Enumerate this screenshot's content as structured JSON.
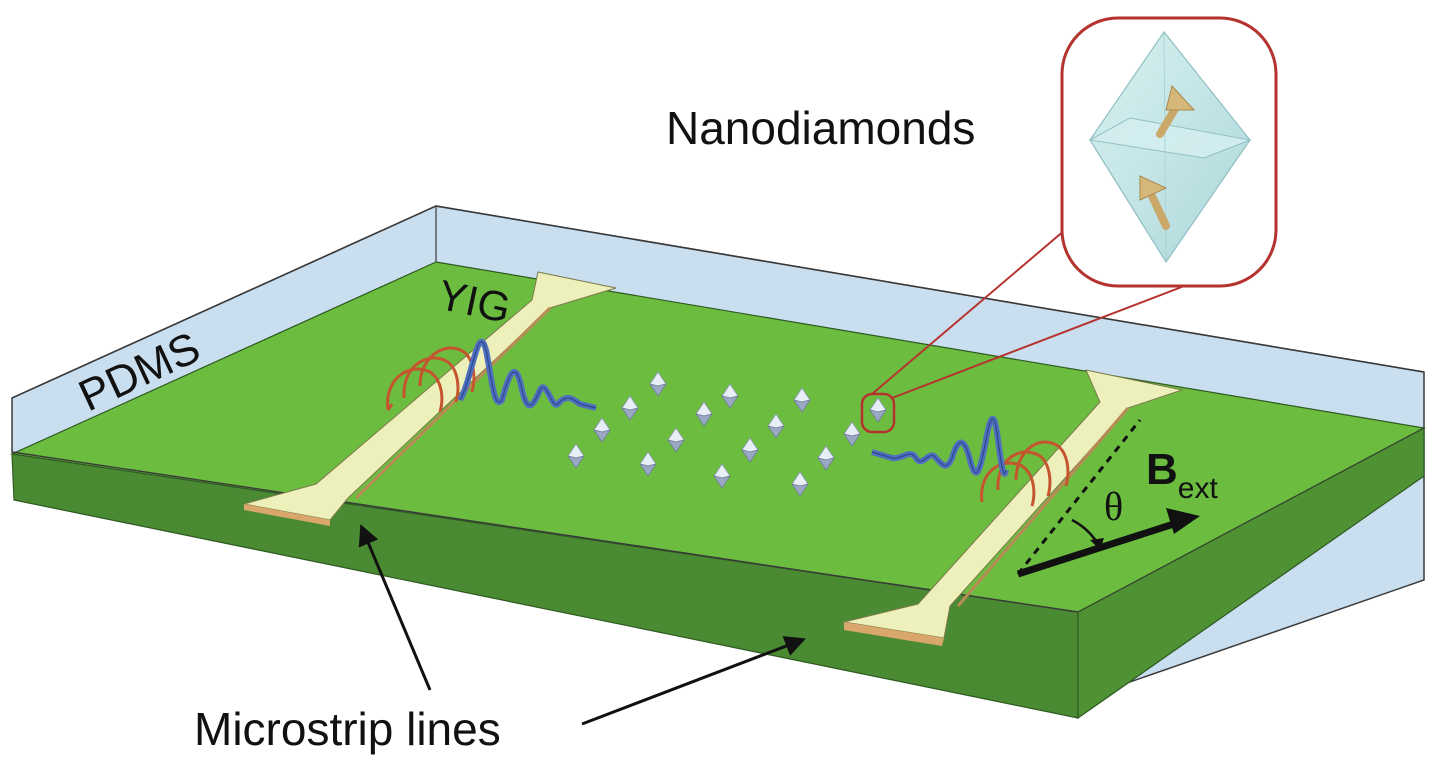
{
  "labels": {
    "pdms": "PDMS",
    "yig": "YIG",
    "nanodiamonds": "Nanodiamonds",
    "microstrip": "Microstrip lines",
    "theta": "θ",
    "b_main": "B",
    "b_sub": "ext"
  },
  "colors": {
    "yig_top": "#6cbd3f",
    "yig_side": "#4a8a32",
    "pdms": "#c9deef",
    "strip": "#eef0bb",
    "strip_edge": "#d9a66b",
    "wave": "#4f6fc0",
    "field_loops": "#c5552f",
    "callout": "#b5332e",
    "diamond": "#c5d4e6",
    "inset_diamond": "#bfe6e6",
    "spin_arrow": "#c9a86a"
  }
}
